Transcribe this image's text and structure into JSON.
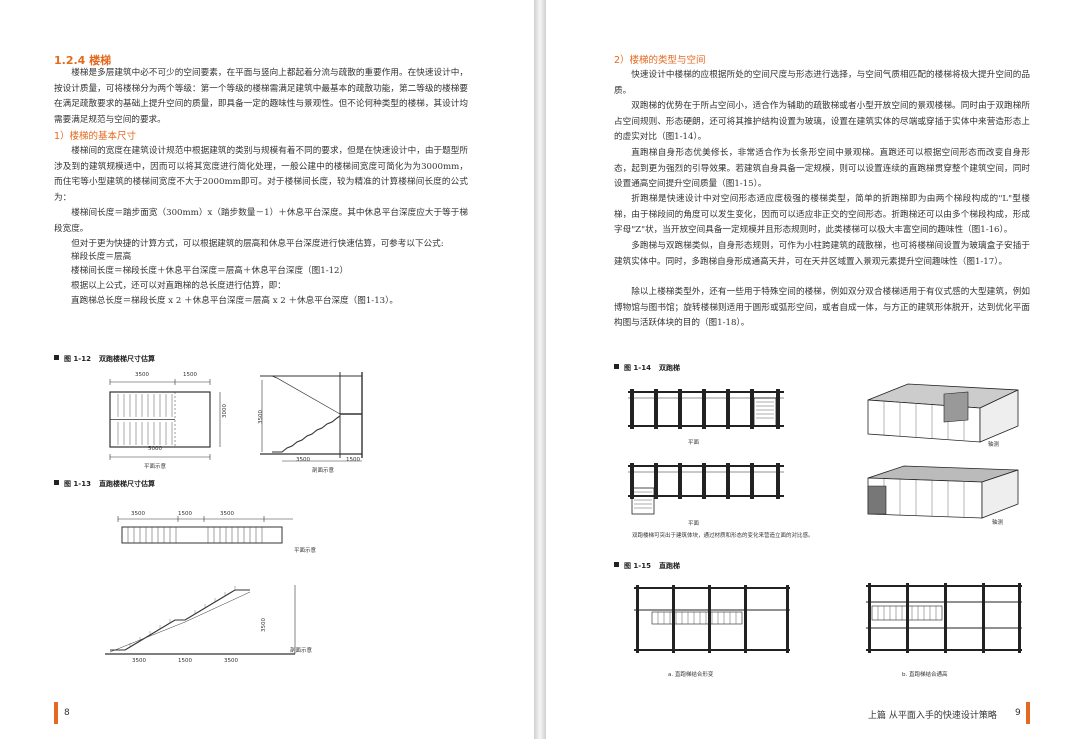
{
  "left": {
    "section_title": "1.2.4 楼梯",
    "intro": "楼梯是多层建筑中必不可少的空间要素，在平面与竖向上都起着分流与疏散的重要作用。在快速设计中，按设计质量，可将楼梯分为两个等级：第一个等级的楼梯需满足建筑中最基本的疏散功能，第二等级的楼梯要在满足疏散要求的基础上提升空间的质量，即具备一定的趣味性与景观性。但不论何种类型的楼梯，其设计均需要满足规范与空间的要求。",
    "sub1": "1）楼梯的基本尺寸",
    "p1": "楼梯间的宽度在建筑设计规范中根据建筑的类别与规模有着不同的要求，但是在快速设计中，由于题型所涉及到的建筑规模适中，因而可以将其宽度进行简化处理，一般公建中的楼梯间宽度可简化为为3000mm，而住宅等小型建筑的楼梯间宽度不大于2000mm即可。对于楼梯间长度，较为精准的计算楼梯间长度的公式为：",
    "p2": "楼梯间长度＝踏步面宽（300mm）x（踏步数量－1）＋休息平台深度。其中休息平台深度应大于等于梯段宽度。",
    "p3": "但对于更为快捷的计算方式，可以根据建筑的层高和休息平台深度进行快速估算，可参考以下公式:",
    "f1": "梯段长度＝层高",
    "f2": "楼梯间长度＝梯段长度＋休息平台深度＝层高＋休息平台深度（图1-12）",
    "p4": "根据以上公式，还可以对直跑梯的总长度进行估算，即：",
    "f3": "直跑梯总长度＝梯段长度 x 2 ＋休息平台深度＝层高 x 2 ＋休息平台深度（图1-13）。",
    "fig12": {
      "num": "图 1-12",
      "title": "双跑楼梯尺寸估算",
      "dim_3500": "3500",
      "dim_1500": "1500",
      "dim_5000": "5000",
      "dim_3000": "3000",
      "plan_caption": "平面示意",
      "section_caption": "剖面示意"
    },
    "fig13": {
      "num": "图 1-13",
      "title": "直跑楼梯尺寸估算",
      "dim_a": "3500",
      "dim_b": "1500",
      "dim_c": "3500",
      "plan_caption": "平面示意",
      "section_caption": "剖面示意"
    },
    "page_number": "8"
  },
  "right": {
    "sub2": "2）楼梯的类型与空间",
    "p1": "快速设计中楼梯的应根据所处的空间尺度与形态进行选择，与空间气质相匹配的楼梯将极大提升空间的品质。",
    "p2": "双跑梯的优势在于所占空间小，适合作为辅助的疏散梯或者小型开放空间的景观楼梯。同时由于双跑梯所占空间规则、形态硬朗，还可将其推护结构设置为玻璃，设置在建筑实体的尽端或穿插于实体中来营造形态上的虚实对比（图1-14）。",
    "p3": "直跑梯自身形态优美修长，非常适合作为长条形空间中景观梯。直跑还可以根据空间形态而改变自身形态，起到更为强烈的引导效果。若建筑自身具备一定规模，则可以设置连续的直跑梯贯穿整个建筑空间，同时设置通高空间提升空间质量（图1-15）。",
    "p4": "折跑梯是快速设计中对空间形态适应度极强的楼梯类型，简单的折跑梯即为由两个梯段构成的\"L\"型楼梯，由于梯段间的角度可以发生变化，因而可以适应非正交的空间形态。折跑梯还可以由多个梯段构成，形成字母\"Z\"状，当开放空间具备一定规模并且形态规则时，此类楼梯可以极大丰富空间的趣味性（图1-16）。",
    "p5": "多跑梯与双跑梯类似，自身形态规则，可作为小柱跨建筑的疏散梯，也可将楼梯间设置为玻璃盒子安插于建筑实体中。同时，多跑梯自身形成通高天井，可在天井区域置入景观元素提升空间趣味性（图1-17）。",
    "p6": "除以上楼梯类型外，还有一些用于特殊空间的楼梯，例如双分双合楼梯适用于有仪式感的大型建筑，例如博物馆与图书馆；旋转楼梯则适用于圆形或弧形空间，或者自成一体，与方正的建筑形体脱开，达到优化平面构图与活跃体块的目的（图1-18）。",
    "fig14": {
      "num": "图 1-14",
      "title": "双跑梯",
      "label_plan": "平面",
      "label_axo": "轴测",
      "label_plan2": "平面",
      "label_axo2": "轴测",
      "note": "双跑楼梯可突出于建筑体块，通过材质和形态的变化来营造立面的对比感。"
    },
    "fig15": {
      "num": "图 1-15",
      "title": "直跑梯",
      "label_a": "a. 直跑梯结合形变",
      "label_b": "b. 直跑梯结合通高"
    },
    "page_number": "9",
    "footer_title": "上篇  从平面入手的快速设计策略"
  },
  "colors": {
    "accent": "#e46a1f"
  }
}
